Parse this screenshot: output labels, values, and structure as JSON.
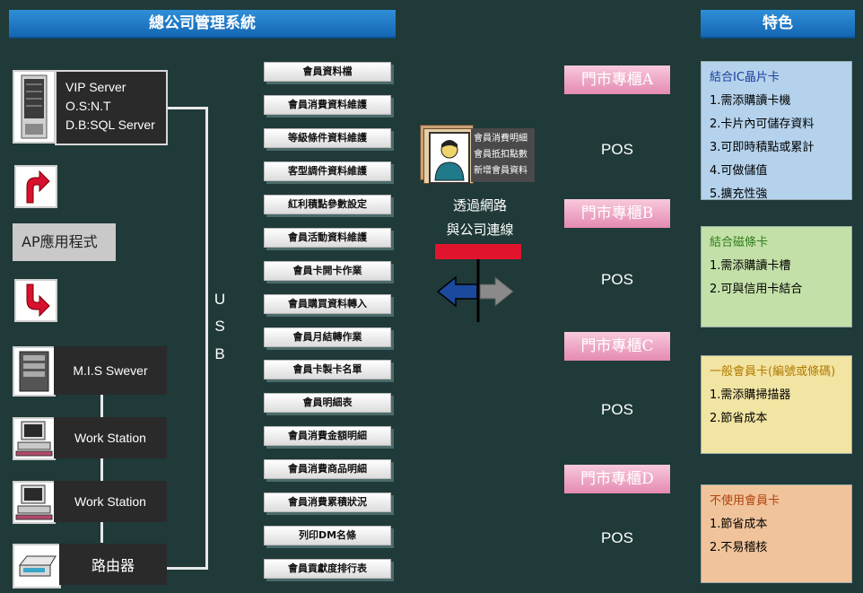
{
  "header": {
    "title": "總公司管理系統",
    "features_title": "特色"
  },
  "servers": {
    "vip": {
      "line1": "VIP Server",
      "line2": "O.S:N.T",
      "line3": "D.B:SQL Server"
    },
    "ap_label": "AP應用程式",
    "mis": "M.I.S Swever",
    "workstation1": "Work Station",
    "workstation2": "Work Station",
    "router": "路由器"
  },
  "usb": [
    "U",
    "S",
    "B"
  ],
  "menu": [
    "會員資料檔",
    "會員消費資料維護",
    "等級條件資料維護",
    "客型調件資料維護",
    "紅利積點參數設定",
    "會員活動資料維護",
    "會員卡開卡作業",
    "會員購買資料轉入",
    "會員月結轉作業",
    "會員卡製卡名單",
    "會員明細表",
    "會員消費金額明細",
    "會員消費商品明細",
    "會員消費累積狀況",
    "列印DM名條",
    "會員貢獻度排行表"
  ],
  "member_card": {
    "line1": "會員消費明細",
    "line2": "會員抵扣點數",
    "line3": "新增會員資料"
  },
  "network": {
    "line1": "透過網路",
    "line2": "與公司連線"
  },
  "stores": [
    {
      "name": "門市專櫃A",
      "pos": "POS"
    },
    {
      "name": "門市專櫃B",
      "pos": "POS"
    },
    {
      "name": "門市專櫃C",
      "pos": "POS"
    },
    {
      "name": "門市專櫃D",
      "pos": "POS"
    }
  ],
  "features": [
    {
      "title": "結合IC晶片卡",
      "color": "#b4d2ec",
      "title_color": "#1a3d9c",
      "items": [
        "1.需添購讀卡機",
        "2.卡片內可儲存資料",
        "3.可即時積點或累計",
        "4.可做儲值",
        "5.擴充性強"
      ]
    },
    {
      "title": "結合磁條卡",
      "color": "#c3e0a8",
      "title_color": "#2f7d1a",
      "items": [
        "1.需添購讀卡槽",
        "2.可與信用卡結合"
      ]
    },
    {
      "title": "一般會員卡(編號或條碼)",
      "color": "#f2e4a2",
      "title_color": "#b07a00",
      "items": [
        "1.需添購掃描器",
        "2.節省成本"
      ]
    },
    {
      "title": "不使用會員卡",
      "color": "#f1c39a",
      "title_color": "#b0430e",
      "items": [
        "1.節省成本",
        "2.不易稽核"
      ]
    }
  ],
  "colors": {
    "background": "#1f3a38",
    "header": "#1466b3",
    "store": "#e58ab2",
    "red_bar": "#e0142c",
    "arrow_left": "#1b4a9c"
  }
}
